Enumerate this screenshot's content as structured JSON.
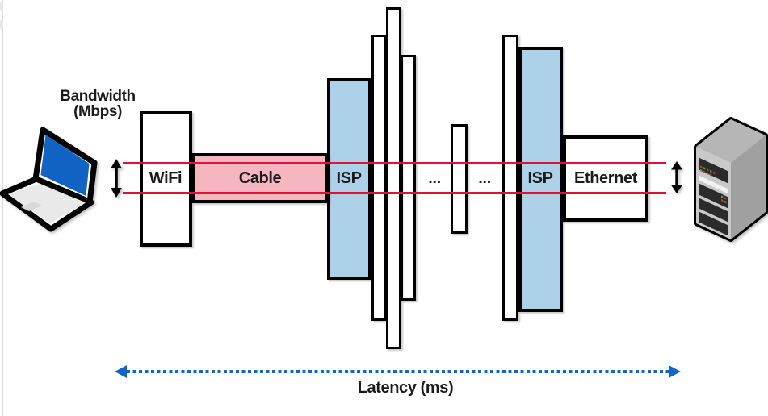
{
  "axis_labels": {
    "bandwidth_line1": "Bandwidth",
    "bandwidth_line2": "(Mbps)",
    "latency": "Latency (ms)"
  },
  "segments": {
    "wifi": "WiFi",
    "cable": "Cable",
    "isp_left": "ISP",
    "dots_left": "...",
    "dots_right": "...",
    "isp_right": "ISP",
    "ethernet": "Ethernet"
  },
  "colors": {
    "bandwidth_line_red": "#dc1238",
    "cable_fill_pink": "#f5b6c0",
    "isp_fill_blue": "#aed1ea",
    "latency_arrow_blue": "#1565c5",
    "laptop_screen_blue": "#1164c4"
  },
  "icons": {
    "laptop": "laptop-icon",
    "server": "server-tower-icon",
    "bandwidth_arrow": "vertical-double-arrow-icon",
    "server_arrow": "vertical-double-arrow-icon",
    "latency_arrow": "horizontal-dotted-double-arrow-icon"
  }
}
